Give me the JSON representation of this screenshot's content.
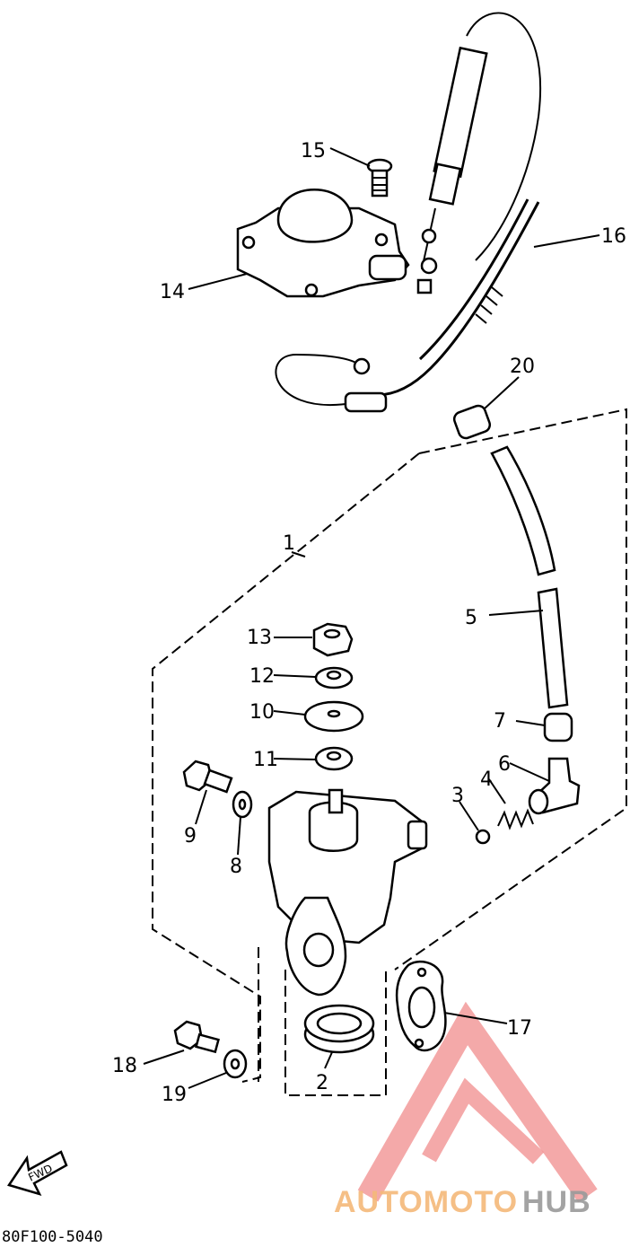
{
  "diagram_code": "80F100-5040",
  "fwd_label": "FWD",
  "watermark": {
    "text_orange": "AUTOMOTO",
    "text_gray": "HUB",
    "color_orange": "#f5b97a",
    "color_gray": "#9a9a9a",
    "color_logo": "#f08c8c"
  },
  "callouts": {
    "c1": "1",
    "c2": "2",
    "c3": "3",
    "c4": "4",
    "c5": "5",
    "c6": "6",
    "c7": "7",
    "c8": "8",
    "c9": "9",
    "c10": "10",
    "c11": "11",
    "c12": "12",
    "c13": "13",
    "c14": "14",
    "c15": "15",
    "c16": "16",
    "c17": "17",
    "c18": "18",
    "c19": "19",
    "c20": "20"
  }
}
